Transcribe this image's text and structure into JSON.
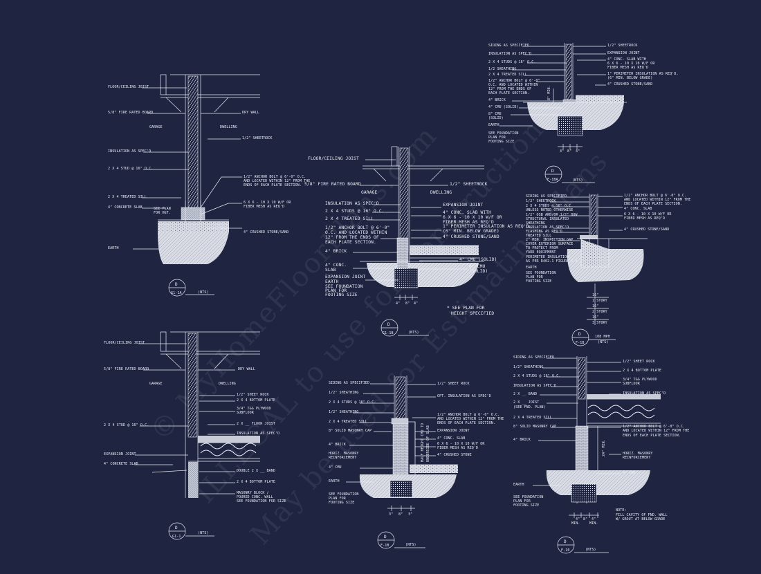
{
  "colors": {
    "background": "#1f2541",
    "lines": "#e9ecf5"
  },
  "watermarks": [
    "© MyHomeFloorPlans.com",
    "ILLEGAL to use for Construction",
    "May be used for Estimating Plans"
  ],
  "details": {
    "g1a": {
      "tag_letter": "D",
      "tag_id": "G1-1A",
      "scale": "(NTS)",
      "labels": [
        "FLOOR/CEILING JOIST",
        "5/8\" FIRE RATED BOARD",
        "DRY WALL",
        "GARAGE",
        "DWELLING",
        "1/2\" SHEETROCK",
        "INSULATION AS SPEC'D",
        "2 X 4 STUD @ 16\" O.C.",
        "1/2\" ANCHOR BOLT @ 6'-0\" O.C.",
        "AND LOCATED WITHIN 12\" FROM THE",
        "ENDS OF EACH PLATE SECTION.",
        "2 X 4 TREATED SILL",
        "6 X 6 - 10 X 10 W/F OR",
        "FIBER MESH AS REQ'D",
        "4\" CONCRETE SLAB",
        "SEE PLAN",
        "FOR HGT.",
        "4\" CRUSHED STONE/SAND",
        "EARTH"
      ]
    },
    "g1": {
      "tag_letter": "D",
      "tag_id": "G1-1",
      "scale": "(NTS)",
      "labels": [
        "FLOOR/CEILING JOIST",
        "5/8\" FIRE RATED BOARD",
        "DRY WALL",
        "GARAGE",
        "DWELLING",
        "1/2\" SHEET ROCK",
        "2 X 4 BOTTOM PLATE",
        "3/4\" T&G PLYWOOD",
        "SUBFLOOR",
        "2 X 4 STUD @ 16\" O.C.",
        "2 X __ FLOOR JOIST",
        "INSULATION AS SPEC'D",
        "EXPANSION JOINT",
        "4\" CONCRETE SLAB",
        "DOUBLE 2 X __ BAND",
        "2 X 4 BOTTOM PLATE",
        "MASONRY BLOCK /",
        "POURED CONC. WALL",
        "SEE FOUNDATION FOR SIZE"
      ]
    },
    "g1b": {
      "tag_letter": "D",
      "tag_id": "G1-1B",
      "scale": "(NTS)",
      "labels": [
        "FLOOR/CEILING JOIST",
        "5/8\" FIRE RATED BOARD",
        "1/2\" SHEETROCK",
        "GARAGE",
        "DWELLING",
        "INSULATION AS SPEC'D",
        "2 X 4 STUDS @ 16\" O.C.",
        "2 X 4 TREATED SILL",
        "1/2\" ANCHOR BOLT @ 6'-0\"",
        "O.C. AND LOCATED WITHIN",
        "12\" FROM THE ENDS OF",
        "EACH PLATE SECTION.",
        "EXPANSION JOINT",
        "4\" CONC. SLAB WITH",
        "6 X 6 - 10 X 10 W/F OR",
        "FIBER MESH AS REQ'D",
        "1\" PERIMETER INSULATION AS REQ'D.",
        "(6\" MIN. BELOW GRADE)",
        "4\" CRUSHED STONE/SAND",
        "4\" BRICK",
        "4\" CONC.",
        "SLAB",
        "4\" CMU (SOLID)",
        "8\" CMU",
        "(SOLID)",
        "EXPANSION JOINT",
        "EARTH",
        "SEE FOUNDATION",
        "PLAN FOR",
        "FOOTING SIZE",
        "* SEE PLAN FOR",
        "HEIGHT SPECIFIED",
        "4\"",
        "8\"",
        "4\""
      ]
    },
    "f1": {
      "tag_letter": "D",
      "tag_id": "F-1B",
      "scale": "(NTS)",
      "labels": [
        "SIDING AS SPECIFIED",
        "1/2\" SHEATHING",
        "2 X 4 STUDS @ 16\" O.C.",
        "1/2\" SHEATHING",
        "2 X 4 TREATED SILL",
        "8\" SOLID MASONRY CAP",
        "4\" BRICK",
        "HORIZ. MASONRY",
        "REINFORCEMENT",
        "4\" CMU",
        "EARTH",
        "SEE FOUNDATION",
        "PLAN FOR",
        "FOOTING SIZE",
        "1/2\" SHEET ROCK",
        "OPT. INSULATION AS SPEC'D",
        "1/2\" ANCHOR BOLT @ 6'-0\" O.C.",
        "AND LOCATED WITHIN 12\" FROM THE",
        "ENDS OF EACH PLATE SECTION.",
        "EXPANSION JOINT",
        "4\" CONC. SLAB",
        "6 X 6 - 10 X 10 W/F OR",
        "FIBER MESH AS REQ'D",
        "4\" CRUSHED STONE",
        "HALF HEIGHT CMU TO",
        "UNDERSIDE OF SLAB",
        "3\"",
        "8\"",
        "3\""
      ]
    },
    "f1a": {
      "tag_letter": "D",
      "tag_id": "F-1BA",
      "scale": "(NTS)",
      "labels": [
        "SIDING AS SPECIFIED",
        "INSULATION AS SPEC'D",
        "2 X 4 STUDS @ 16\" O.C.",
        "1/2 SHEATHING",
        "2 X 4 TREATED SILL",
        "1/2\" ANCHOR BOLT @ 6'-0\"",
        "O.C. AND LOCATED WITHIN",
        "12\" FROM THE ENDS OF",
        "EACH PLATE SECTION.",
        "4\" BRICK",
        "4\" CMU (SOLID)",
        "8\" CMU",
        "(SOLID)",
        "EARTH",
        "SEE FOUNDATION",
        "PLAN FOR",
        "FOOTING SIZE",
        "1/2\" SHEETROCK",
        "EXPANSION JOINT",
        "4\" CONC. SLAB WITH",
        "6 X 6 - 10 X 10 W/F OR",
        "FIBER MESH AS REQ'D",
        "1\" PERIMETER INSULATION AS REQ'D.",
        "(6\" MIN. BELOW GRADE)",
        "4\" CRUSHED STONE/SAND",
        "8\" MIN.",
        "4\"",
        "8\"",
        "4\""
      ]
    },
    "f1b": {
      "tag_letter": "D",
      "tag_id": "F-1B",
      "scale": "(NTS)",
      "scale_extra": "108 MPH",
      "labels": [
        "SIDING AS SPECIFIED",
        "1/2\" SHEETROCK",
        "2 X 4 STUDS @ 16\" O.C.",
        "UNLESS NOTED OTHERWISE",
        "1/2\" OSB AND/OR 1/2\" DOW",
        "STRUCTURAL INSULATED",
        "SHEATHING",
        "INSULATION AS SPEC'D",
        "FLASHING AS REQ'D",
        "TREATED SILL",
        "2\" MIN. INSPECTION GAP",
        "COVER EXTERIOR SURFACE",
        "TO PROTECT FROM",
        "YARD EQUIPMENT",
        "PERIMETER INSULATION",
        "AS PER R402.1 FIGURE G-3",
        "EARTH",
        "SEE FOUNDATION",
        "PLAN FOR",
        "FOOTING SIZE",
        "1/2\" ANCHOR BOLT @ 6'-0\" O.C.",
        "AND LOCATED WITHIN 12\" FROM THE",
        "ENDS OF EACH PLATE SECTION.",
        "4\" CONC. SLAB",
        "6 X 6 - 10 X 10 W/F OR",
        "FIBER MESH AS REQ'D",
        "4\" CRUSHED STONE/SAND",
        "16\"",
        "1 STORY",
        "16\"",
        "2 STORY",
        "16\"",
        "3 STORY"
      ]
    },
    "f10": {
      "tag_letter": "D",
      "tag_id": "F-10",
      "scale": "(NTS)",
      "labels": [
        "SIDING AS SPECIFIED",
        "1/2\" SHEATHING",
        "2 X 4 STUDS @ 16\" O.C.",
        "INSULATION AS SPEC'D",
        "2 X __ JOIST",
        "(SEE FND. PLAN)",
        "2 X __ BAND",
        "2 X 4 TREATED SILL",
        "8\" SOLID MASONRY CAP",
        "4\" BRICK",
        "EARTH",
        "SEE FOUNDATION",
        "PLAN FOR",
        "FOOTING SIZE",
        "1/2\" SHEET ROCK",
        "2 X 4 BOTTOM PLATE",
        "3/4\" T&G PLYWOOD",
        "SUBFLOOR",
        "INSULATION AS SPEC'D",
        "1/2\" ANCHOR BOLT @ 6'-0\" O.C.",
        "AND LOCATED WITHIN 12\" FROM THE",
        "ENDS OF EACH PLATE SECTION.",
        "HORIZ. MASONRY",
        "REINFORCEMENT",
        "4\" CMU",
        "NOTE:",
        "FILL CAVITY OF FND. WALL",
        "W/ GROUT AT BELOW GRADE",
        "24\" MIN.",
        "4\"",
        "8\"",
        "4\"",
        "MIN.",
        "MIN."
      ]
    }
  }
}
